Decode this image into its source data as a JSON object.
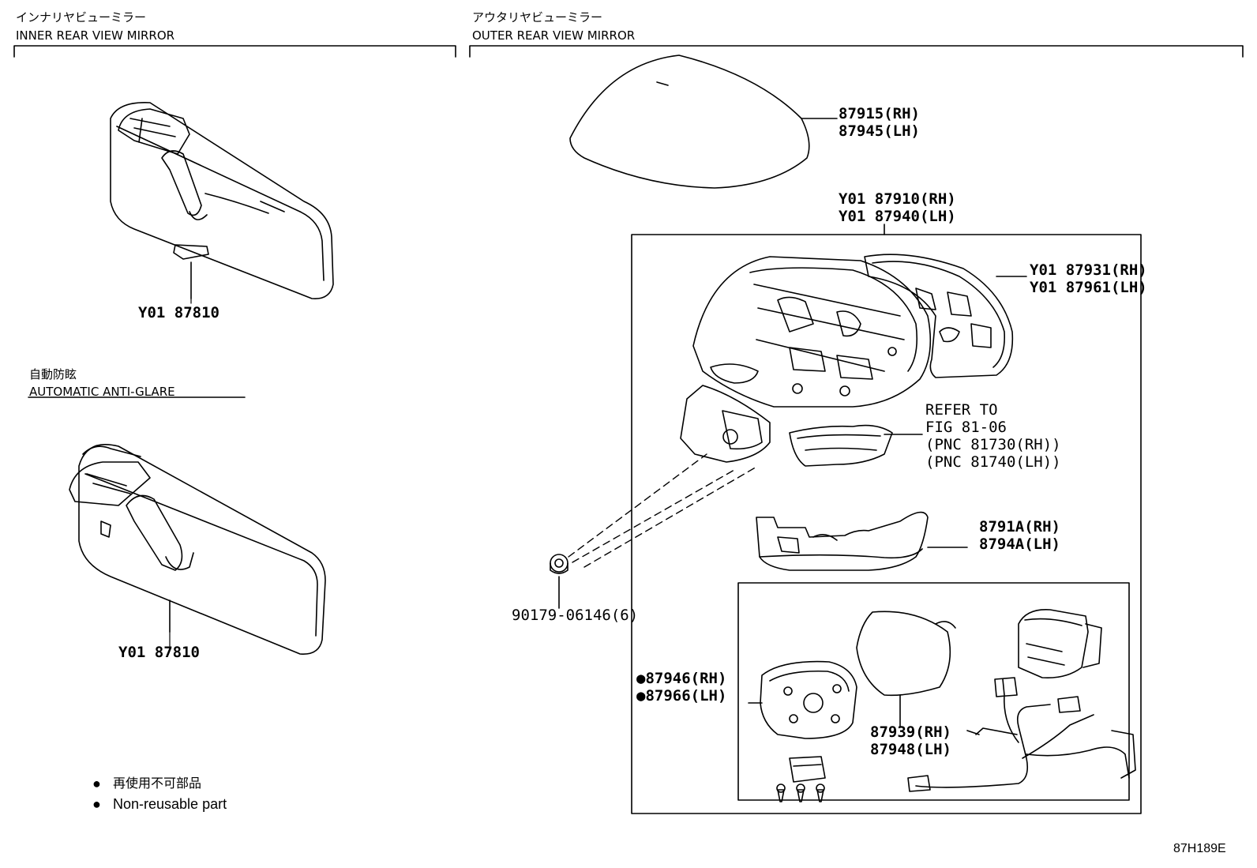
{
  "sections": {
    "inner": {
      "title_ja": "インナリヤビューミラー",
      "title_en": "INNER REAR VIEW MIRROR"
    },
    "outer": {
      "title_ja": "アウタリヤビューミラー",
      "title_en": "OUTER REAR VIEW MIRROR"
    },
    "anti_glare": {
      "title_ja": "自動防眩",
      "title_en": "AUTOMATIC ANTI-GLARE"
    }
  },
  "parts": {
    "inner_mirror": "Y01 87810",
    "anti_glare_mirror": "Y01 87810",
    "cover_rh": "87915(RH)",
    "cover_lh": "87945(LH)",
    "assy_rh": "Y01 87910(RH)",
    "assy_lh": "Y01 87940(LH)",
    "housing_rh": "Y01 87931(RH)",
    "housing_lh": "Y01 87961(LH)",
    "refer_1": "REFER TO",
    "refer_2": "FIG 81-06",
    "refer_3": "(PNC 81730(RH))",
    "refer_4": "(PNC 81740(LH))",
    "visor_rh": "8791A(RH)",
    "visor_lh": "8794A(LH)",
    "clip": "90179-06146(6)",
    "holder_rh": "●87946(RH)",
    "holder_lh": "●87966(LH)",
    "glass_rh": "87939(RH)",
    "glass_lh": "87948(LH)"
  },
  "legend": {
    "ja": "再使用不可部品",
    "en": "Non-reusable part",
    "bullet": "●"
  },
  "figure_code": "87H189E"
}
